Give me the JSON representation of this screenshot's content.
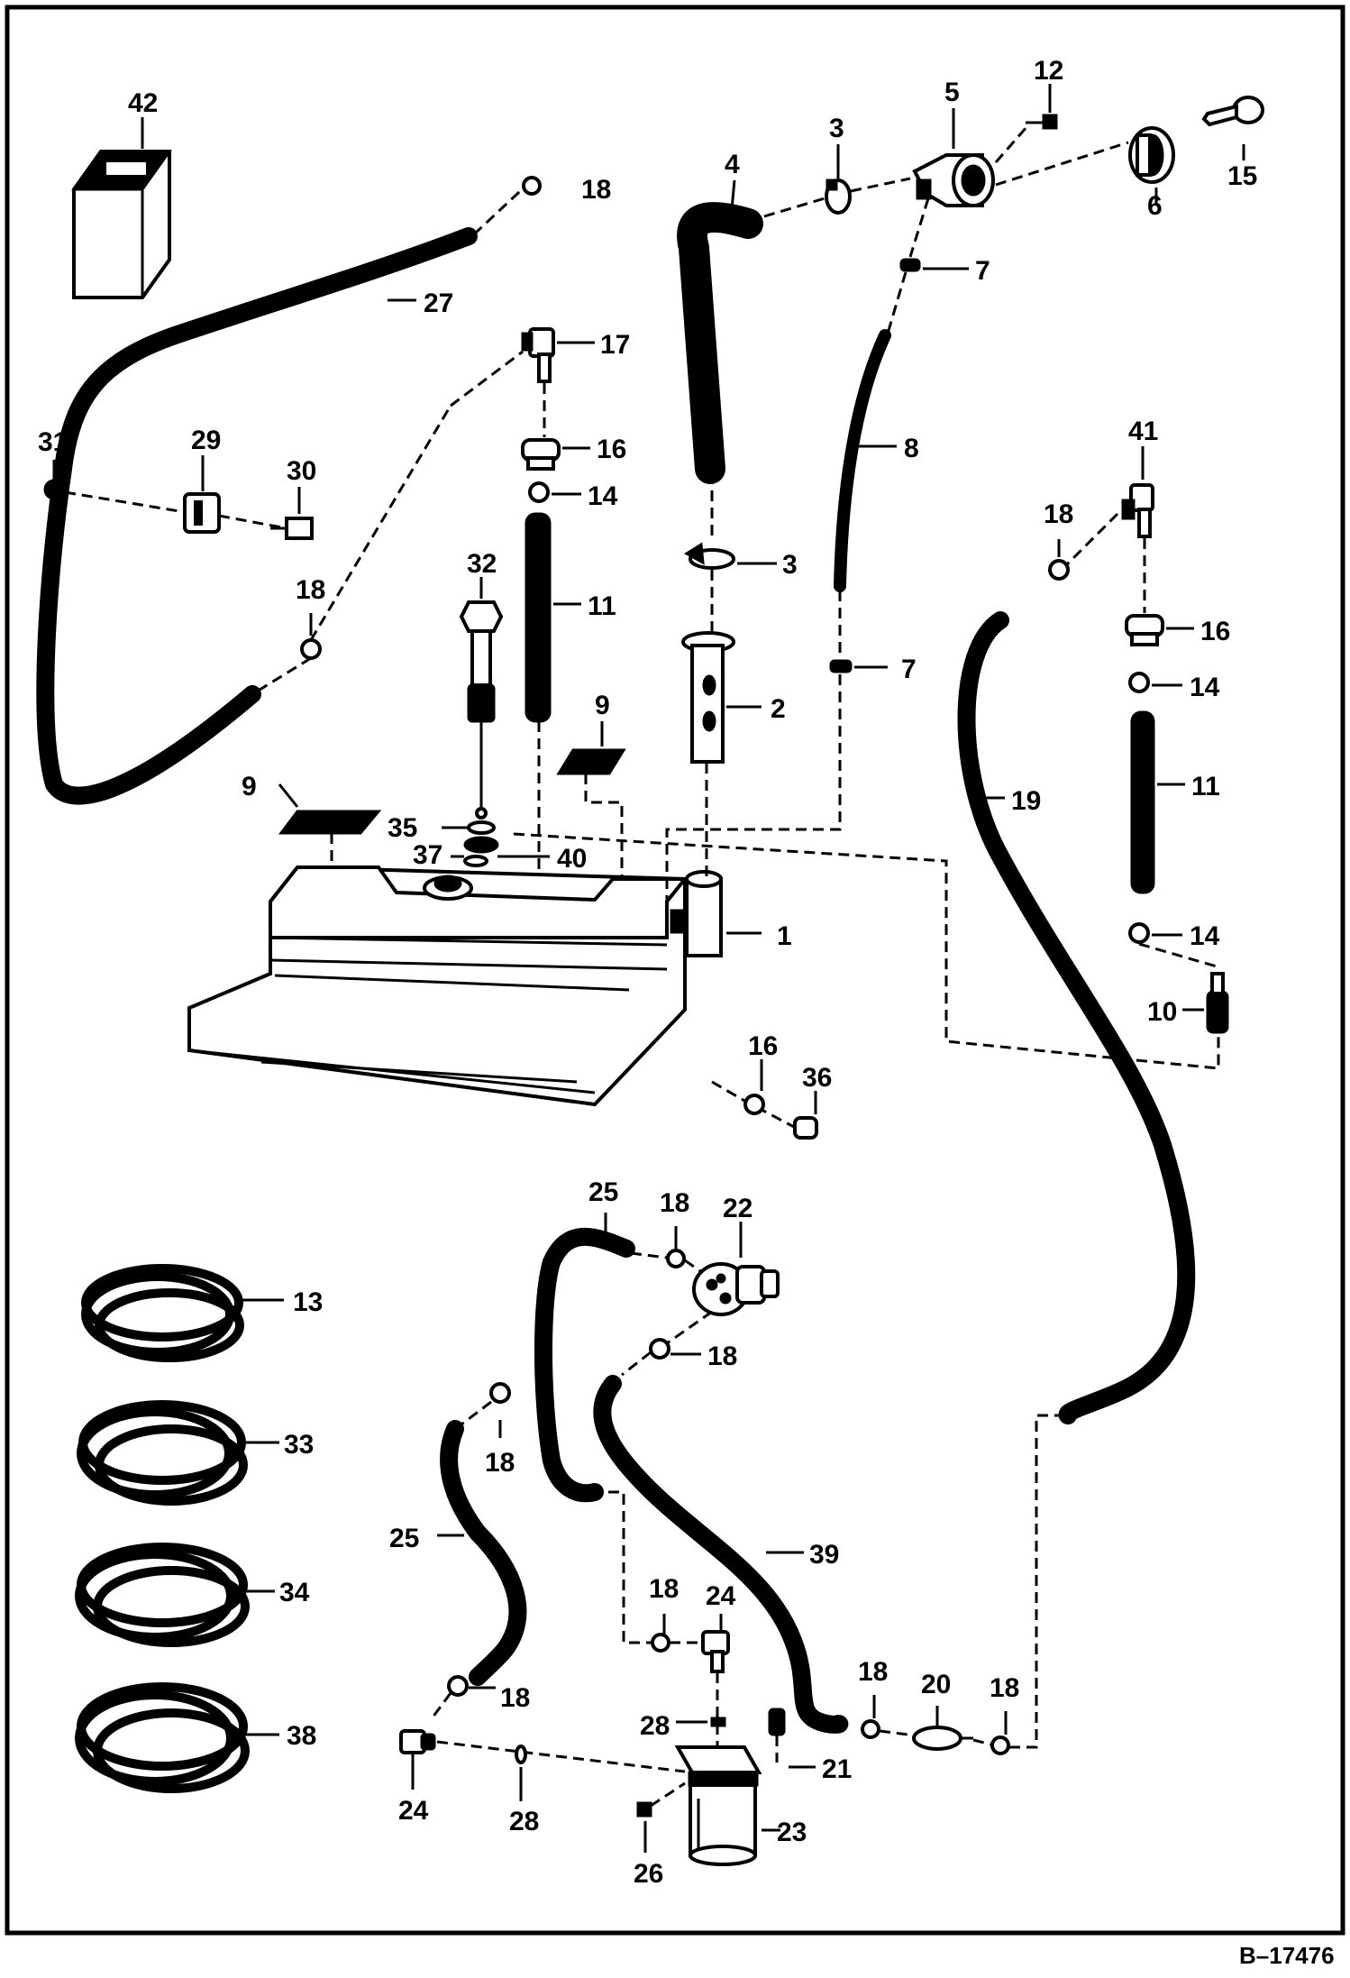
{
  "diagram": {
    "reference_code": "B–17476",
    "callouts": [
      {
        "id": "c1",
        "text": "1"
      },
      {
        "id": "c2",
        "text": "2"
      },
      {
        "id": "c3a",
        "text": "3"
      },
      {
        "id": "c3b",
        "text": "3"
      },
      {
        "id": "c4",
        "text": "4"
      },
      {
        "id": "c5",
        "text": "5"
      },
      {
        "id": "c6",
        "text": "6"
      },
      {
        "id": "c7a",
        "text": "7"
      },
      {
        "id": "c7b",
        "text": "7"
      },
      {
        "id": "c8",
        "text": "8"
      },
      {
        "id": "c9a",
        "text": "9"
      },
      {
        "id": "c9b",
        "text": "9"
      },
      {
        "id": "c10",
        "text": "10"
      },
      {
        "id": "c11a",
        "text": "11"
      },
      {
        "id": "c11b",
        "text": "11"
      },
      {
        "id": "c12",
        "text": "12"
      },
      {
        "id": "c13",
        "text": "13"
      },
      {
        "id": "c14a",
        "text": "14"
      },
      {
        "id": "c14b",
        "text": "14"
      },
      {
        "id": "c14c",
        "text": "14"
      },
      {
        "id": "c15",
        "text": "15"
      },
      {
        "id": "c16a",
        "text": "16"
      },
      {
        "id": "c16b",
        "text": "16"
      },
      {
        "id": "c16c",
        "text": "16"
      },
      {
        "id": "c17",
        "text": "17"
      },
      {
        "id": "c18a",
        "text": "18"
      },
      {
        "id": "c18b",
        "text": "18"
      },
      {
        "id": "c18c",
        "text": "18"
      },
      {
        "id": "c18d",
        "text": "18"
      },
      {
        "id": "c18e",
        "text": "18"
      },
      {
        "id": "c18f",
        "text": "18"
      },
      {
        "id": "c18g",
        "text": "18"
      },
      {
        "id": "c18h",
        "text": "18"
      },
      {
        "id": "c18i",
        "text": "18"
      },
      {
        "id": "c18j",
        "text": "18"
      },
      {
        "id": "c19",
        "text": "19"
      },
      {
        "id": "c20",
        "text": "20"
      },
      {
        "id": "c21",
        "text": "21"
      },
      {
        "id": "c22",
        "text": "22"
      },
      {
        "id": "c23",
        "text": "23"
      },
      {
        "id": "c24a",
        "text": "24"
      },
      {
        "id": "c24b",
        "text": "24"
      },
      {
        "id": "c25a",
        "text": "25"
      },
      {
        "id": "c25b",
        "text": "25"
      },
      {
        "id": "c26",
        "text": "26"
      },
      {
        "id": "c27",
        "text": "27"
      },
      {
        "id": "c28a",
        "text": "28"
      },
      {
        "id": "c28b",
        "text": "28"
      },
      {
        "id": "c29",
        "text": "29"
      },
      {
        "id": "c30",
        "text": "30"
      },
      {
        "id": "c31",
        "text": "31"
      },
      {
        "id": "c32",
        "text": "32"
      },
      {
        "id": "c33",
        "text": "33"
      },
      {
        "id": "c34",
        "text": "34"
      },
      {
        "id": "c35",
        "text": "35"
      },
      {
        "id": "c36",
        "text": "36"
      },
      {
        "id": "c37",
        "text": "37"
      },
      {
        "id": "c38",
        "text": "38"
      },
      {
        "id": "c39",
        "text": "39"
      },
      {
        "id": "c40",
        "text": "40"
      },
      {
        "id": "c41",
        "text": "41"
      },
      {
        "id": "c42",
        "text": "42"
      }
    ]
  }
}
